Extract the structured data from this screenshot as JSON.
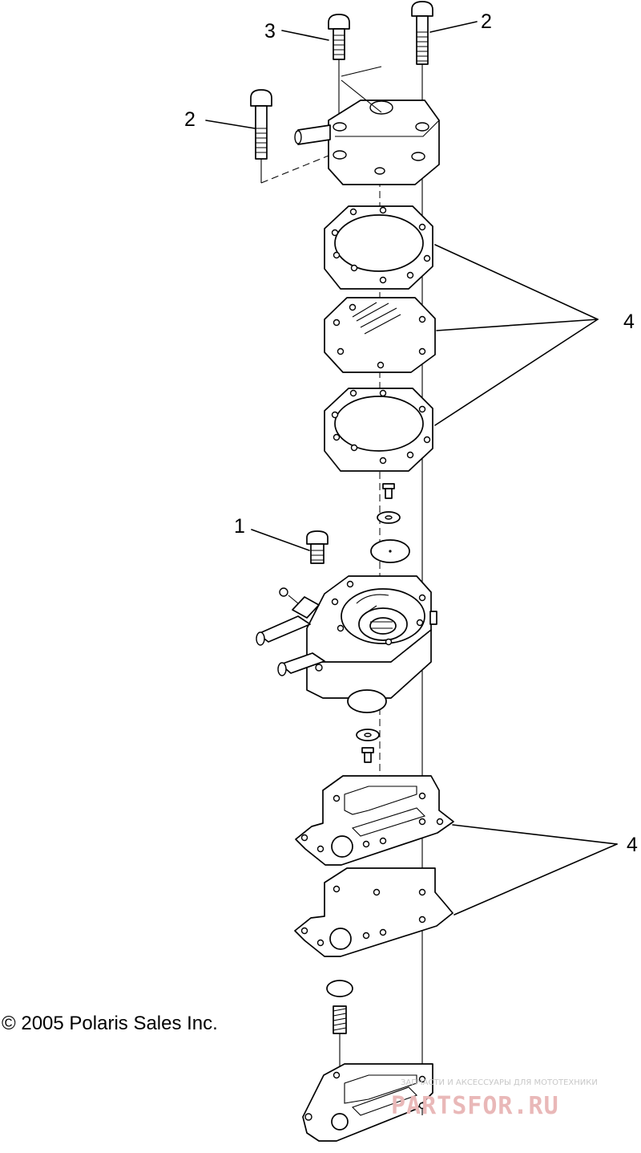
{
  "callouts": {
    "c1": "1",
    "c2a": "2",
    "c2b": "2",
    "c3": "3",
    "c4a": "4",
    "c4b": "4"
  },
  "copyright": "© 2005 Polaris Sales Inc.",
  "watermark": {
    "tagline": "ЗАПЧАСТИ И АКСЕССУАРЫ ДЛЯ МОТОТЕХНИКИ",
    "site": "PARTSFOR.RU"
  }
}
